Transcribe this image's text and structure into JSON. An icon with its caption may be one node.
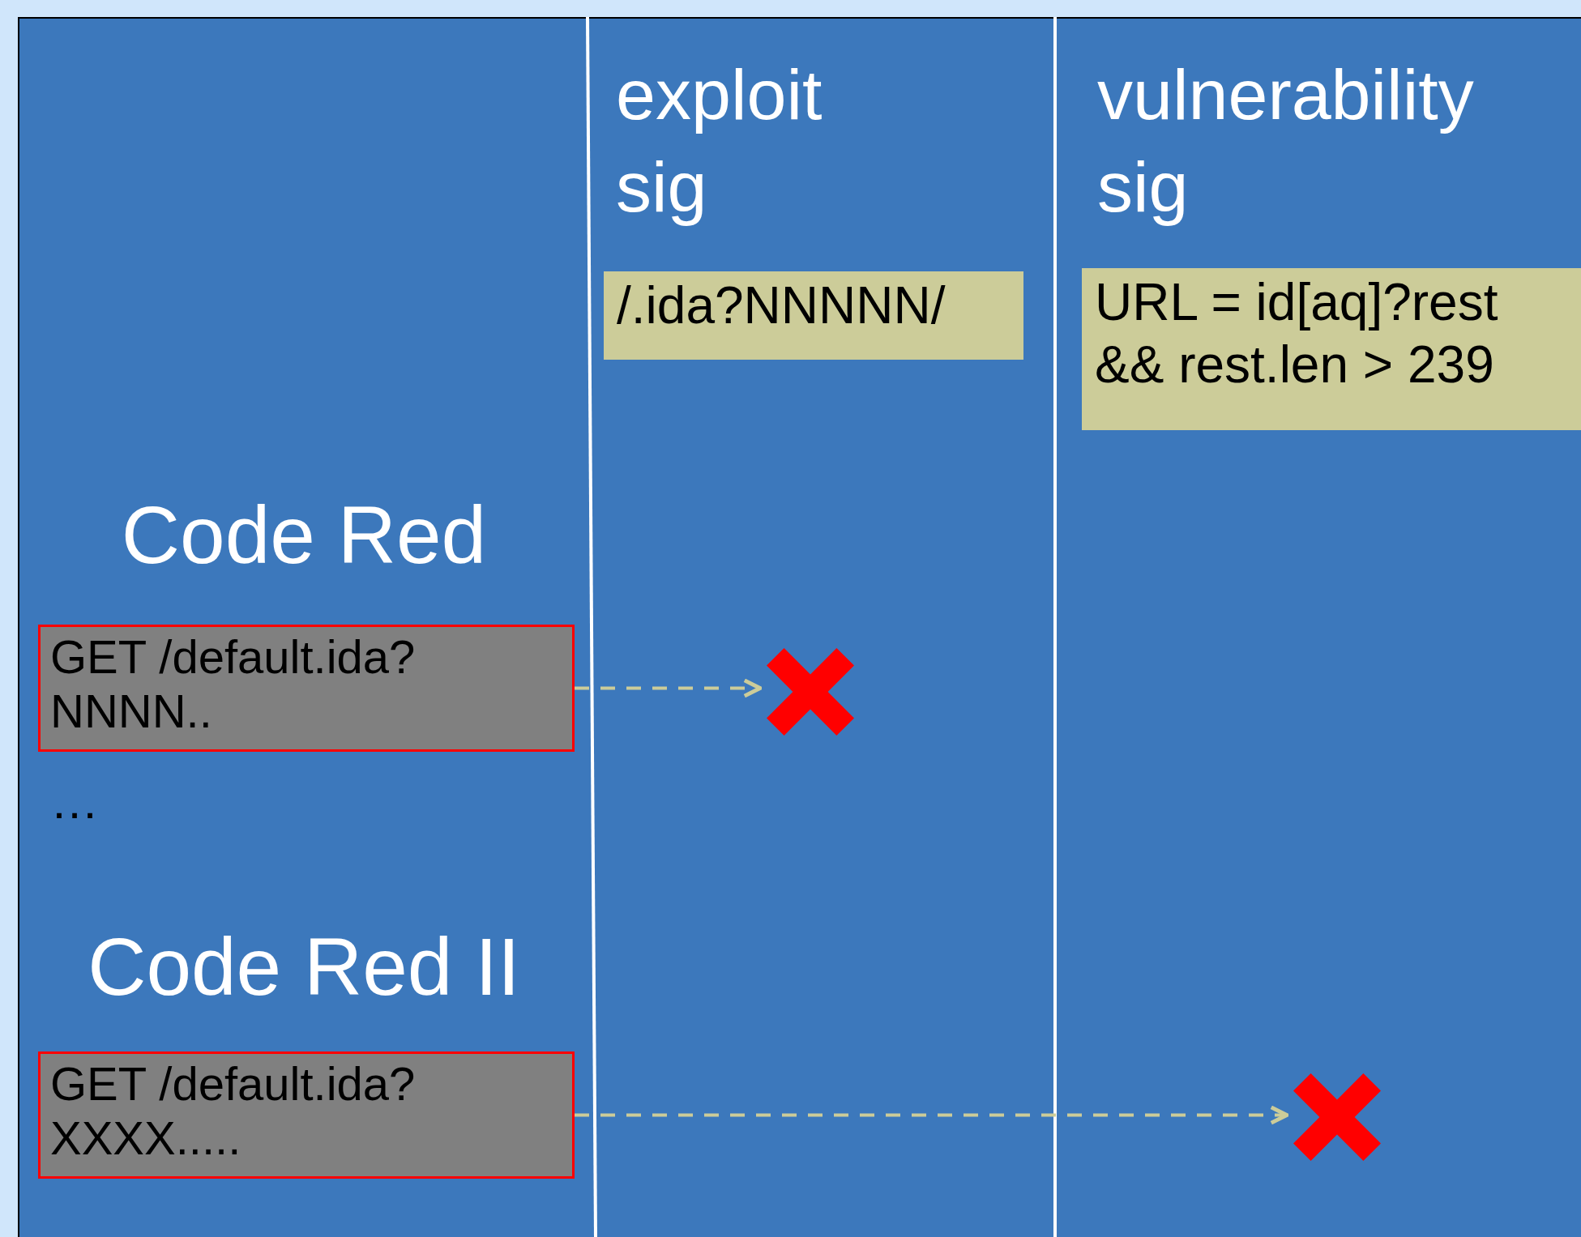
{
  "diagram": {
    "nodes": [
      {
        "text": [
          "/.ida?NNNNN/"
        ]
      },
      {
        "text": [
          "URL = id[aq]?rest && rest.len > 239"
        ]
      },
      {
        "text": [
          "GET /default.ida?NNNN.."
        ]
      },
      {
        "text": [],
        "shape": "cross"
      },
      {
        "text": [
          "GET /default.ida?XXXX....."
        ]
      },
      {
        "text": [],
        "shape": "cross"
      }
    ],
    "edges": [
      {
        "from": 2,
        "to": 3,
        "arrow": "to",
        "style": "dashed"
      },
      {
        "from": 4,
        "to": 5,
        "arrow": "to",
        "style": "dashed"
      }
    ],
    "labels": [
      "exploit sig",
      "vulnerability sig",
      "Code Red",
      "…",
      "Code Red II"
    ]
  }
}
